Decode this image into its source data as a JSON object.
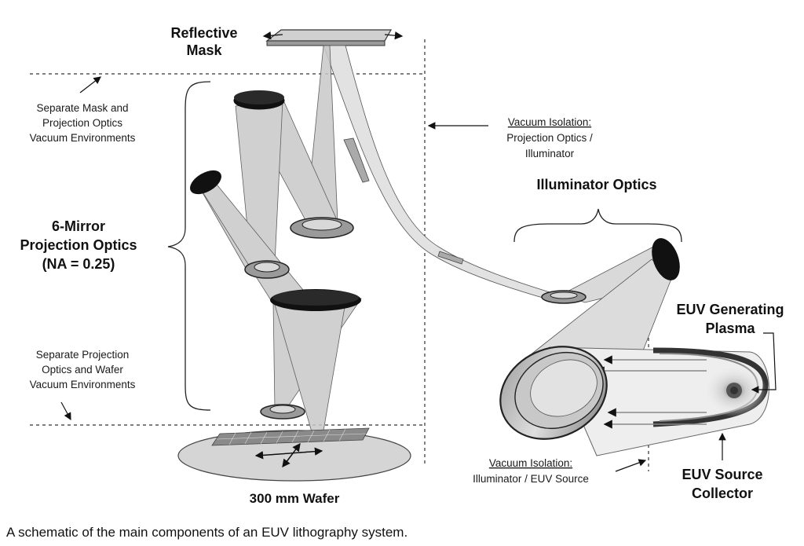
{
  "labels": {
    "reflective_mask_1": "Reflective",
    "reflective_mask_2": "Mask",
    "sep_mask_1": "Separate Mask and",
    "sep_mask_2": "Projection Optics",
    "sep_mask_3": "Vacuum Environments",
    "vac_iso_top_1": "Vacuum Isolation:",
    "vac_iso_top_2": "Projection Optics /",
    "vac_iso_top_3": "Illuminator",
    "illuminator_optics": "Illuminator Optics",
    "mirror_opt_1": "6-Mirror",
    "mirror_opt_2": "Projection Optics",
    "mirror_opt_3": "(NA = 0.25)",
    "euv_plasma_1": "EUV Generating",
    "euv_plasma_2": "Plasma",
    "sep_wafer_1": "Separate Projection",
    "sep_wafer_2": "Optics and Wafer",
    "sep_wafer_3": "Vacuum Environments",
    "vac_iso_bot_1": "Vacuum Isolation:",
    "vac_iso_bot_2": "Illuminator / EUV Source",
    "euv_collector_1": "EUV Source",
    "euv_collector_2": "Collector",
    "wafer": "300 mm Wafer"
  },
  "caption": "A schematic of the main components of an EUV lithography system."
}
